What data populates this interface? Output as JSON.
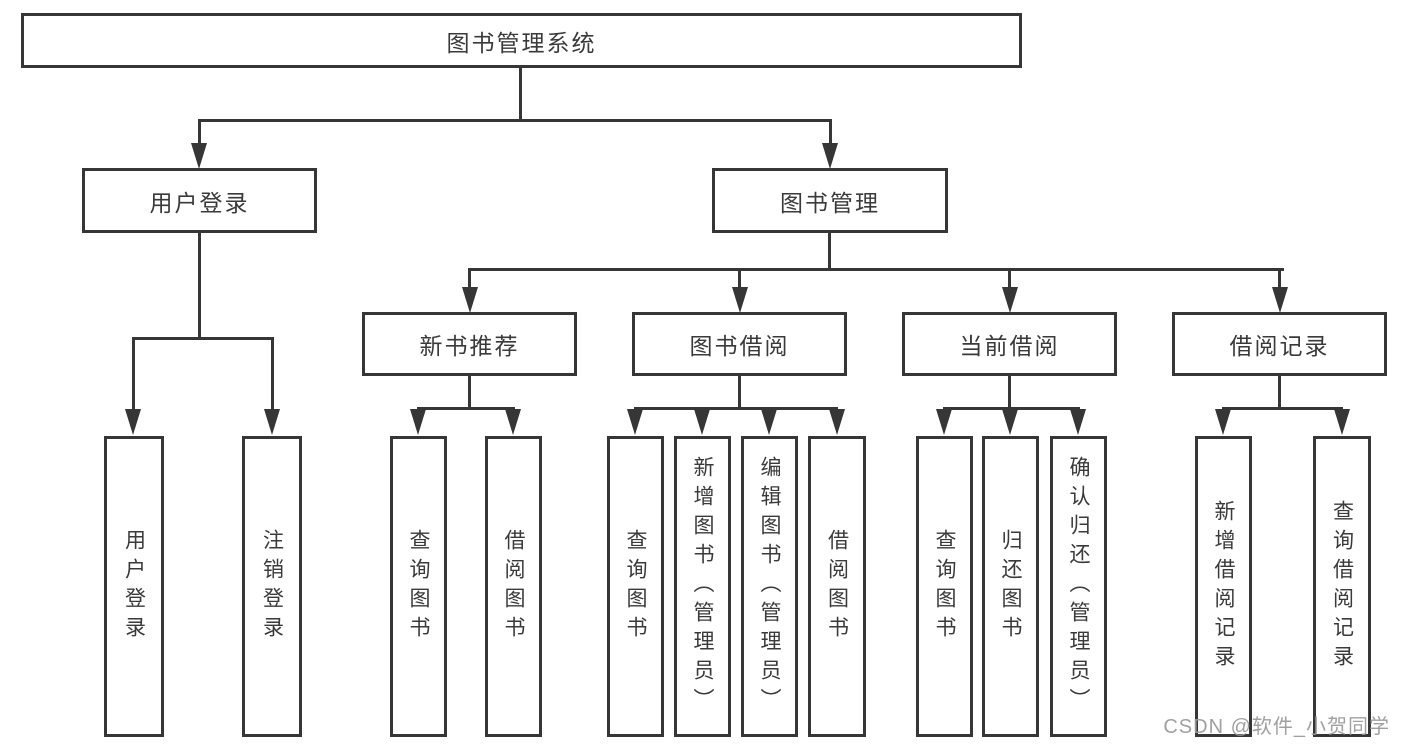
{
  "diagram": {
    "type": "hierarchy-tree",
    "colors": {
      "line": "#363636",
      "box_border": "#363636",
      "text": "#3a3a3a",
      "background": "#ffffff",
      "watermark": "#9b9b9b"
    },
    "tree": {
      "root": "图书管理系统",
      "branches": [
        {
          "label": "用户登录",
          "leaves": [
            "用户登录",
            "注销登录"
          ]
        },
        {
          "label": "图书管理",
          "groups": [
            {
              "label": "新书推荐",
              "leaves": [
                "查询图书",
                "借阅图书"
              ]
            },
            {
              "label": "图书借阅",
              "leaves": [
                "查询图书",
                "新增图书（管理员）",
                "编辑图书（管理员）",
                "借阅图书"
              ]
            },
            {
              "label": "当前借阅",
              "leaves": [
                "查询图书",
                "归还图书",
                "确认归还（管理员）"
              ]
            },
            {
              "label": "借阅记录",
              "leaves": [
                "新增借阅记录",
                "查询借阅记录"
              ]
            }
          ]
        }
      ]
    },
    "watermark": "CSDN @软件_小贺同学"
  }
}
